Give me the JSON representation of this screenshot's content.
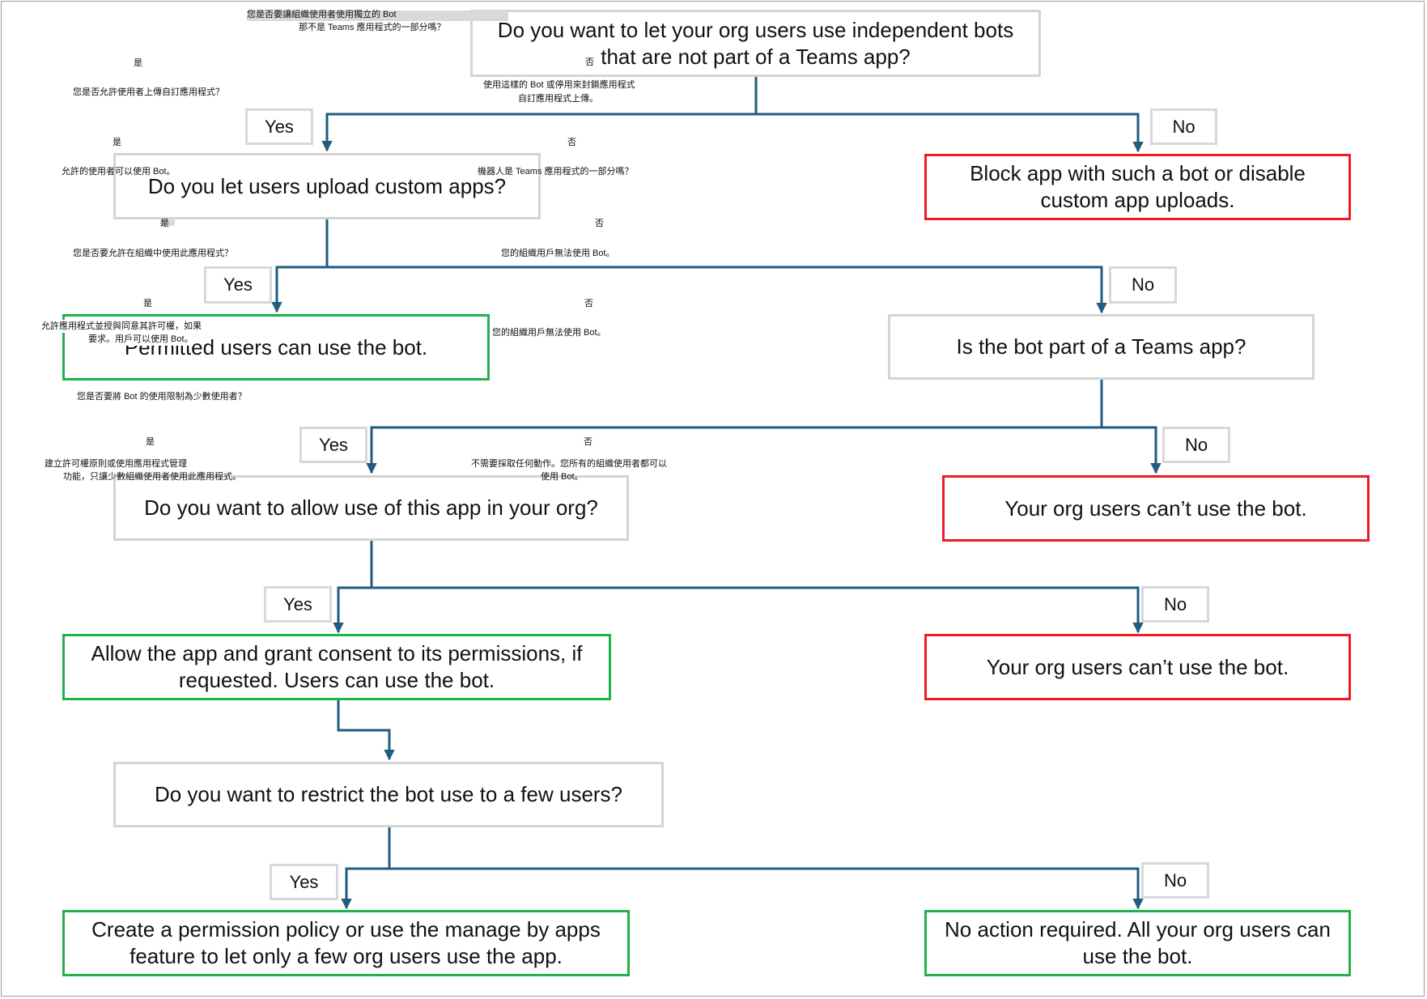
{
  "colors": {
    "connector": "#1f5c7f",
    "decision_border": "#d4d4d4",
    "positive_border": "#22b14c",
    "negative_border": "#ee1c24"
  },
  "nodes": {
    "q1": "Do you want to let your org users use independent bots that are not part of a Teams app?",
    "q2": "Do you let users upload custom apps?",
    "block": "Block app with such a bot or disable custom app uploads.",
    "permitted": "Permitted users can use the bot.",
    "q3": "Is the bot part of a Teams app?",
    "q4": "Do you want to allow use of this app in your org?",
    "cant1": "Your org users can’t use the bot.",
    "allow": "Allow the app and grant consent to its permissions, if requested. Users can use the bot.",
    "cant2": "Your org users can’t use the bot.",
    "q5": "Do you want to restrict the bot use to a few users?",
    "policy": "Create a permission policy or use the manage by apps feature to let only a few org users use the app.",
    "noaction": "No action required. All your org users can use the bot."
  },
  "labels": {
    "yes1": "Yes",
    "no1": "No",
    "yes2": "Yes",
    "no2": "No",
    "yes3": "Yes",
    "no3": "No",
    "yes4": "Yes",
    "no4": "No",
    "yes5": "Yes",
    "no5": "No"
  },
  "overlay": {
    "t1": "您是否要讓組織使用者使用獨立的 Bot",
    "t2": "那不是 Teams 應用程式的一部分嗎？",
    "t3": "否",
    "t4": "是",
    "t5": "您是否允許使用者上傳自訂應用程式？",
    "t6": "使用這樣的 Bot 或停用來封鎖應用程式",
    "t7": "自訂應用程式上傳。",
    "t8": "是",
    "t9": "否",
    "t10": "允許的使用者可以使用 Bot。",
    "t11": "機器人是 Teams 應用程式的一部分嗎？",
    "t12": "是",
    "t13": "否",
    "t14": "您是否要允許在組織中使用此應用程式？",
    "t15": "您的組織用戶無法使用 Bot。",
    "t16": "是",
    "t17": "否",
    "t18": "允許應用程式並授與同意其許可權，如果",
    "t19": "要求。用戶可以使用 Bot。",
    "t20": "您的組織用戶無法使用 Bot。",
    "t21": "您是否要將 Bot 的使用限制為少數使用者？",
    "t22": "是",
    "t23": "否",
    "t24": "建立許可權原則或使用應用程式管理",
    "t25": "功能，只讓少數組織使用者使用此應用程式。",
    "t26": "不需要採取任何動作。您所有的組織使用者都可以",
    "t27": "使用 Bot。"
  }
}
